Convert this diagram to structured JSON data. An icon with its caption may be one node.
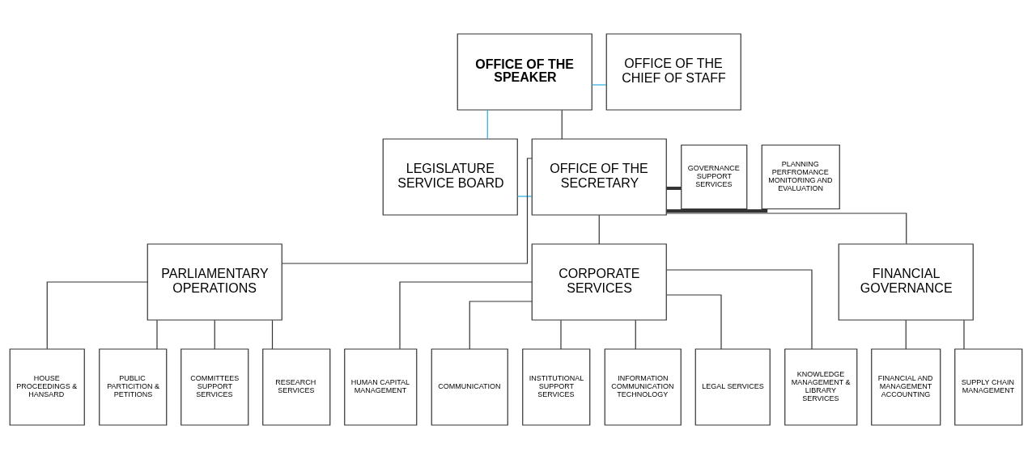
{
  "diagram": {
    "nodes": [
      {
        "text": [
          "OFFICE OF THE SPEAKER"
        ]
      },
      {
        "text": [
          "OFFICE OF THE CHIEF OF STAFF"
        ]
      },
      {
        "text": [
          "LEGISLATURE SERVICE BOARD"
        ]
      },
      {
        "text": [
          "OFFICE OF THE SECRETARY"
        ]
      },
      {
        "text": [
          "GOVERNANCE SUPPORT SERVICES"
        ]
      },
      {
        "text": [
          "PLANNING PERFROMANCE MONITORING AND EVALUATION"
        ]
      },
      {
        "text": [
          "PARLIAMENTARY OPERATIONS"
        ]
      },
      {
        "text": [
          "CORPORATE SERVICES"
        ]
      },
      {
        "text": [
          "FINANCIAL GOVERNANCE"
        ]
      },
      {
        "text": [
          "HOUSE PROCEEDINGS & HANSARD"
        ]
      },
      {
        "text": [
          "PUBLIC PARTICITION & PETITIONS"
        ]
      },
      {
        "text": [
          "COMMITTEES SUPPORT SERVICES"
        ]
      },
      {
        "text": [
          "RESEARCH SERVICES"
        ]
      },
      {
        "text": [
          "HUMAN CAPITAL MANAGEMENT"
        ]
      },
      {
        "text": [
          "COMMUNICATION"
        ]
      },
      {
        "text": [
          "INSTITUTIONAL SUPPORT SERVICES"
        ]
      },
      {
        "text": [
          "INFORMATION COMMUNICATION TECHNOLOGY"
        ]
      },
      {
        "text": [
          "LEGAL SERVICES"
        ]
      },
      {
        "text": [
          "KNOWLEDGE MANAGEMENT & LIBRARY SERVICES"
        ]
      },
      {
        "text": [
          "FINANCIAL AND MANAGEMENT ACCOUNTING"
        ]
      },
      {
        "text": [
          "SUPPLY CHAIN MANAGEMENT"
        ]
      }
    ],
    "edges": [
      {
        "from": 0,
        "to": 1,
        "arrow": "none",
        "color": "#29abe2"
      },
      {
        "from": 0,
        "to": 2,
        "arrow": "none",
        "color": "#29abe2"
      },
      {
        "from": 2,
        "to": 3,
        "arrow": "none",
        "color": "#29abe2"
      },
      {
        "from": 0,
        "to": 3,
        "arrow": "none"
      },
      {
        "from": 3,
        "to": 4,
        "arrow": "none",
        "style": "thick"
      },
      {
        "from": 3,
        "to": 5,
        "arrow": "none",
        "style": "thick"
      },
      {
        "from": 3,
        "to": 6,
        "arrow": "none"
      },
      {
        "from": 3,
        "to": 7,
        "arrow": "none"
      },
      {
        "from": 3,
        "to": 8,
        "arrow": "none"
      },
      {
        "from": 6,
        "to": 9,
        "arrow": "none"
      },
      {
        "from": 6,
        "to": 10,
        "arrow": "none"
      },
      {
        "from": 6,
        "to": 11,
        "arrow": "none"
      },
      {
        "from": 6,
        "to": 12,
        "arrow": "none"
      },
      {
        "from": 7,
        "to": 13,
        "arrow": "none"
      },
      {
        "from": 7,
        "to": 14,
        "arrow": "none"
      },
      {
        "from": 7,
        "to": 15,
        "arrow": "none"
      },
      {
        "from": 7,
        "to": 16,
        "arrow": "none"
      },
      {
        "from": 7,
        "to": 17,
        "arrow": "none"
      },
      {
        "from": 7,
        "to": 18,
        "arrow": "none"
      },
      {
        "from": 8,
        "to": 19,
        "arrow": "none"
      },
      {
        "from": 8,
        "to": 20,
        "arrow": "none"
      }
    ]
  }
}
